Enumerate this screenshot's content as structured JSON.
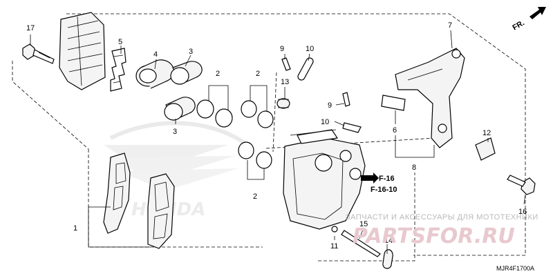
{
  "diagram_code": "MJR4F1700A",
  "direction_label": "FR.",
  "part_labels": {
    "p1": "1",
    "p2a": "2",
    "p2b": "2",
    "p2c": "2",
    "p3a": "3",
    "p3b": "3",
    "p4": "4",
    "p5": "5",
    "p6": "6",
    "p7": "7",
    "p8": "8",
    "p9a": "9",
    "p9b": "9",
    "p10a": "10",
    "p10b": "10",
    "p11": "11",
    "p12": "12",
    "p13": "13",
    "p14": "14",
    "p15": "15",
    "p16": "16",
    "p17": "17"
  },
  "references": [
    "F-16",
    "F-16-10"
  ],
  "watermark": {
    "brand": "HONDA",
    "shop_caption": "ЗАПЧАСТИ И АКСЕССУАРЫ ДЛЯ МОТОТЕХНИКИ",
    "shop_name": "PARTSFOR.RU"
  },
  "colors": {
    "line": "#000000",
    "watermark_gray": "#b9b9b9",
    "watermark_pink": "#e8c9cf",
    "honda_wing": "#d4d4d4"
  }
}
